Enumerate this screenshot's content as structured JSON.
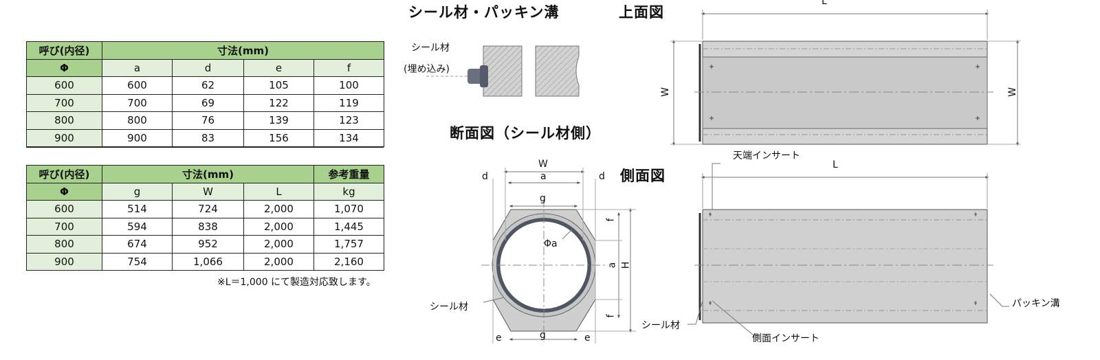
{
  "table1": {
    "header_nominal": "呼び(内径)",
    "header_phi": "Φ",
    "header_dims": "寸法(mm)",
    "columns": [
      "a",
      "d",
      "e",
      "f"
    ],
    "rows": [
      [
        "600",
        "600",
        "62",
        "105",
        "100"
      ],
      [
        "700",
        "700",
        "69",
        "122",
        "119"
      ],
      [
        "800",
        "800",
        "76",
        "139",
        "123"
      ],
      [
        "900",
        "900",
        "83",
        "156",
        "134"
      ]
    ]
  },
  "table2": {
    "header_nominal": "呼び(内径)",
    "header_phi": "Φ",
    "header_dims": "寸法(mm)",
    "header_weight": "参考重量",
    "columns": [
      "g",
      "W",
      "L",
      "kg"
    ],
    "rows": [
      [
        "600",
        "514",
        "724",
        "2,000",
        "1,070"
      ],
      [
        "700",
        "594",
        "838",
        "2,000",
        "1,445"
      ],
      [
        "800",
        "674",
        "952",
        "2,000",
        "1,757"
      ],
      [
        "900",
        "754",
        "1,066",
        "2,000",
        "2,160"
      ]
    ]
  },
  "note": "※L＝1,000 にて製造対応致します。",
  "drawings": {
    "seal_heading": "シール材・パッキン溝",
    "top_view_heading": "上面図",
    "section_heading": "断面図（シール材側）",
    "side_view_heading": "側面図",
    "seal_label": "シール材",
    "embedded_label": "(埋め込み)",
    "crown_insert_label": "天端インサート",
    "side_insert_label": "側面インサート",
    "packing_groove_label": "パッキン溝",
    "dims": {
      "L": "L",
      "W": "W",
      "a": "a",
      "d": "d",
      "g": "g",
      "f": "f",
      "e": "e",
      "H": "H",
      "phi_a": "Φa"
    }
  }
}
